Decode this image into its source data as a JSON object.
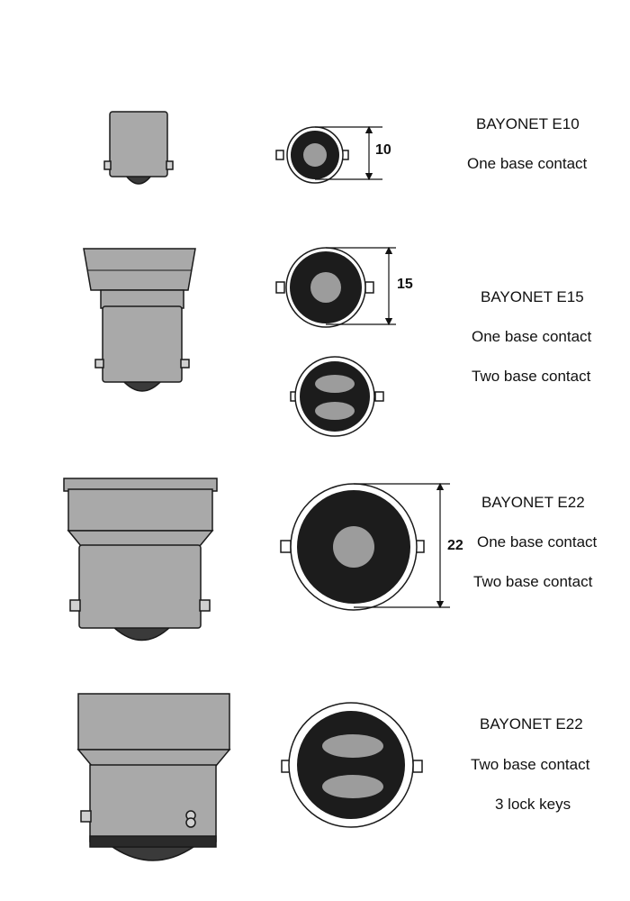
{
  "colors": {
    "base_fill": "#a9a9a9",
    "base_stroke": "#1a1a1a",
    "face_dark": "#1c1c1c",
    "contact": "#9c9c9c",
    "text": "#111111"
  },
  "rows": [
    {
      "title": "BAYONET E10",
      "dimension": "10",
      "lines": [
        "One base contact"
      ]
    },
    {
      "title": "BAYONET E15",
      "dimension": "15",
      "lines": [
        "One base contact",
        "Two base contact"
      ]
    },
    {
      "title": "BAYONET E22",
      "dimension": "22",
      "lines": [
        "One base contact",
        "Two base contact"
      ]
    },
    {
      "title": "BAYONET E22",
      "lines": [
        "Two base contact",
        "3 lock keys"
      ]
    }
  ]
}
